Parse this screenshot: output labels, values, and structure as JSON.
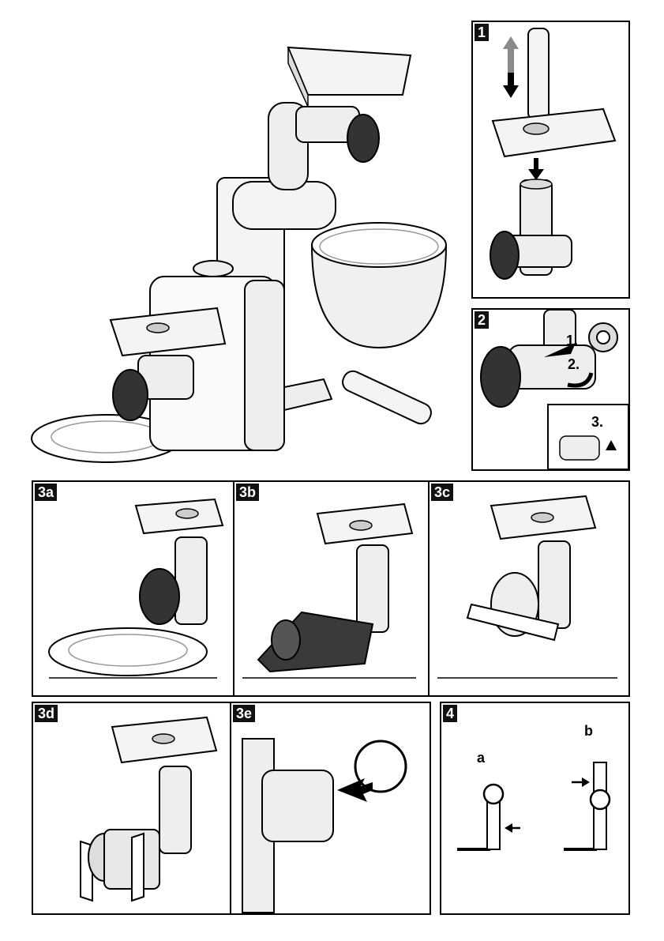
{
  "hero": {
    "alt": "Meat grinder attachment on kitchen machine"
  },
  "panels": [
    {
      "id": "1",
      "label": "1"
    },
    {
      "id": "2",
      "label": "2",
      "steps": [
        "1.",
        "2.",
        "3."
      ]
    },
    {
      "id": "3a",
      "label": "3a"
    },
    {
      "id": "3b",
      "label": "3b"
    },
    {
      "id": "3c",
      "label": "3c"
    },
    {
      "id": "3d",
      "label": "3d"
    },
    {
      "id": "3e",
      "label": "3e"
    },
    {
      "id": "4",
      "label": "4",
      "letters": [
        "a",
        "b"
      ]
    }
  ],
  "colors": {
    "line": "#000000",
    "fill": "#ffffff",
    "shade": "#d9d9d9",
    "dark": "#3a3a3a",
    "accent_gray": "#8a8a8a"
  }
}
